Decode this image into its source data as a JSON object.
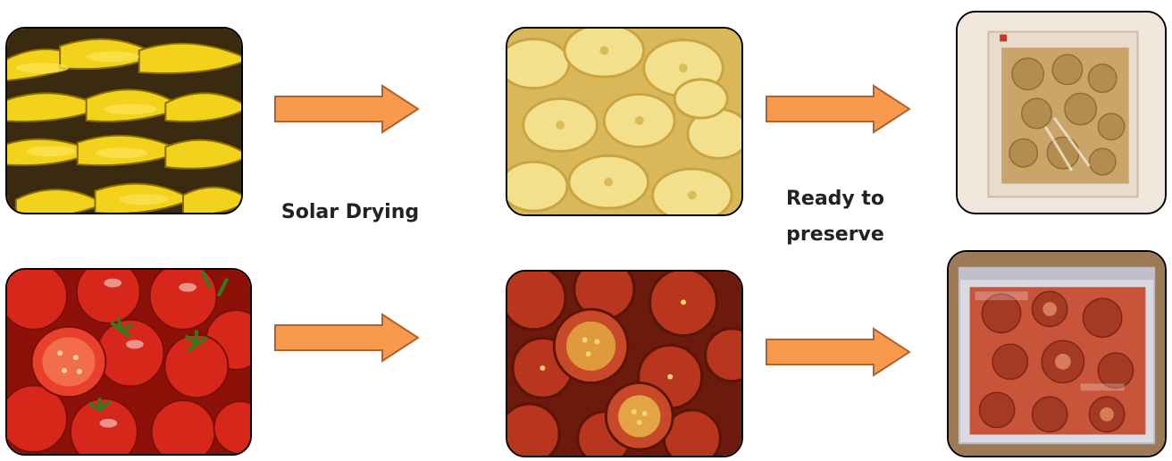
{
  "labels": {
    "solar_drying": "Solar Drying",
    "ready_line1": "Ready to",
    "ready_line2": "preserve"
  },
  "colors": {
    "arrow_fill": "#F79A4E",
    "arrow_stroke": "#B0622A",
    "banana": "#F2D21B",
    "chip": "#F3E08C",
    "tomato": "#D7261A",
    "dried_tomato": "#B8351E",
    "bag_banana": "#C9A56A",
    "bag_tomato": "#C8543A"
  },
  "rows": [
    {
      "name": "banana",
      "stages": [
        {
          "icon": "fresh-bananas-image"
        },
        {
          "icon": "banana-chips-image"
        },
        {
          "icon": "packaged-banana-chips-image"
        }
      ]
    },
    {
      "name": "tomato",
      "stages": [
        {
          "icon": "fresh-tomatoes-image"
        },
        {
          "icon": "sun-dried-tomatoes-image"
        },
        {
          "icon": "packaged-dried-tomatoes-image"
        }
      ]
    }
  ]
}
